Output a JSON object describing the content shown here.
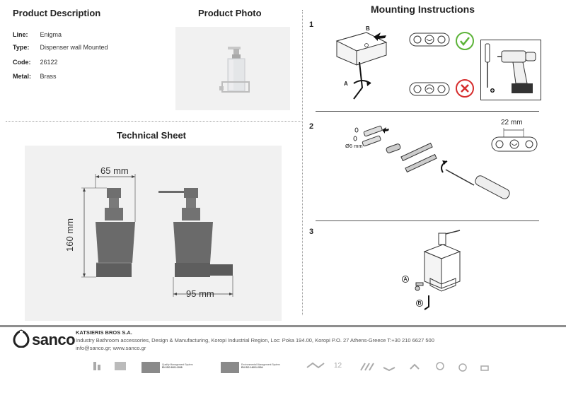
{
  "description": {
    "title": "Product Description",
    "rows": [
      {
        "key": "Line:",
        "value": "Enigma"
      },
      {
        "key": "Type:",
        "value": "Dispenser wall Mounted"
      },
      {
        "key": "Code:",
        "value": "26122"
      },
      {
        "key": "Metal:",
        "value": "Brass"
      }
    ]
  },
  "photo": {
    "title": "Product Photo"
  },
  "technical": {
    "title": "Technical Sheet",
    "dim_width": "65 mm",
    "dim_height": "160 mm",
    "dim_depth": "95 mm"
  },
  "mounting": {
    "title": "Mounting Instructions",
    "steps": [
      "1",
      "2",
      "3"
    ],
    "step1_label_a": "A",
    "step1_label_b": "B",
    "step2_drill": "Ø6 mm",
    "step2_spacing": "22 mm",
    "step3_label_a": "A",
    "step3_label_b": "B"
  },
  "footer": {
    "logo": "sanco",
    "company": "KATSIERIS BROS S.A.",
    "line1": "Industry Bathroom accessories, Design & Manufacturing, Koropi Industrial Region, Loc: Poka 194.00, Koropi P.O. 27  Athens-Greece   T:+30 210 6627 500",
    "line2": "info@sanco.gr; www.sanco.gr",
    "cert1_line1": "Quality Management System",
    "cert1_line2": "EN ISO 9001:2008",
    "cert2_line1": "Environmental Management System",
    "cert2_line2": "EN ISO 14001:2004"
  },
  "colors": {
    "accent_green": "#5cb338",
    "accent_red": "#d62d2d",
    "panel_gray": "#f1f1f1"
  }
}
